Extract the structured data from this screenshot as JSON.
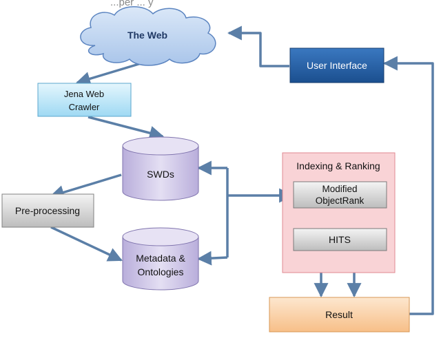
{
  "header": {
    "cut_text": "...per ... y"
  },
  "nodes": {
    "web": {
      "label": "The Web"
    },
    "ui": {
      "label": "User Interface"
    },
    "crawler": {
      "line1": "Jena Web",
      "line2": "Crawler"
    },
    "swds": {
      "label": "SWDs"
    },
    "preprocessing": {
      "label": "Pre-processing"
    },
    "metadata": {
      "line1": "Metadata &",
      "line2": "Ontologies"
    },
    "indexing": {
      "title": "Indexing & Ranking",
      "modified": {
        "line1": "Modified",
        "line2": "ObjectRank"
      },
      "hits": {
        "label": "HITS"
      }
    },
    "result": {
      "label": "Result"
    }
  },
  "colors": {
    "arrow": "#5b7fa7",
    "cloud_fill": "#bcd3f0",
    "ui_fill": "#1f5fa8",
    "crawler_fill": "#c9ecfb",
    "db_fill": "#d5cdea",
    "preprocessing_fill": "#d9d9d9",
    "indexing_fill": "#f9d3d6",
    "result_fill": "#fcd9b3"
  }
}
